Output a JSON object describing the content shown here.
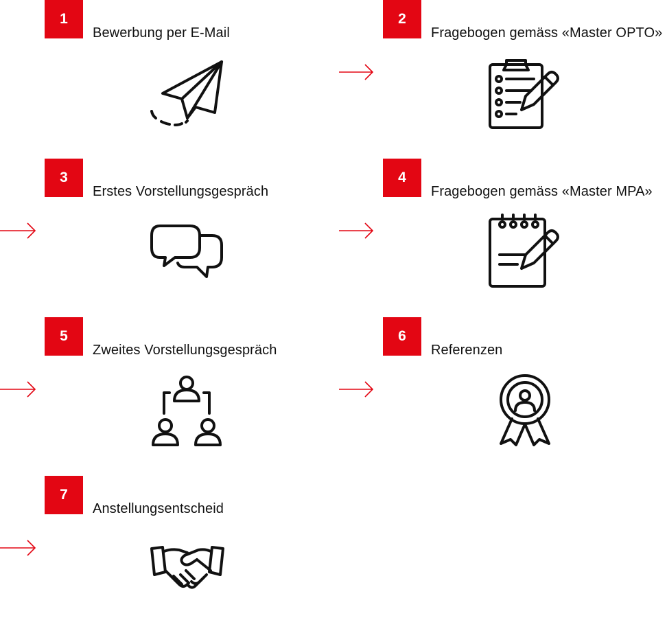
{
  "accent_color": "#e30613",
  "steps": [
    {
      "number": "1",
      "title": "Bewerbung per E-Mail",
      "icon": "paper-plane-icon"
    },
    {
      "number": "2",
      "title": "Fragebogen gemäss «Master OPTO»",
      "icon": "clipboard-checklist-pen-icon"
    },
    {
      "number": "3",
      "title": "Erstes Vorstellungsgespräch",
      "icon": "chat-bubbles-icon"
    },
    {
      "number": "4",
      "title": "Fragebogen gemäss «Master MPA»",
      "icon": "notepad-pen-icon"
    },
    {
      "number": "5",
      "title": "Zweites Vorstellungsgespräch",
      "icon": "people-hierarchy-icon"
    },
    {
      "number": "6",
      "title": "Referenzen",
      "icon": "award-badge-icon"
    },
    {
      "number": "7",
      "title": "Anstellungsentscheid",
      "icon": "handshake-icon"
    }
  ]
}
